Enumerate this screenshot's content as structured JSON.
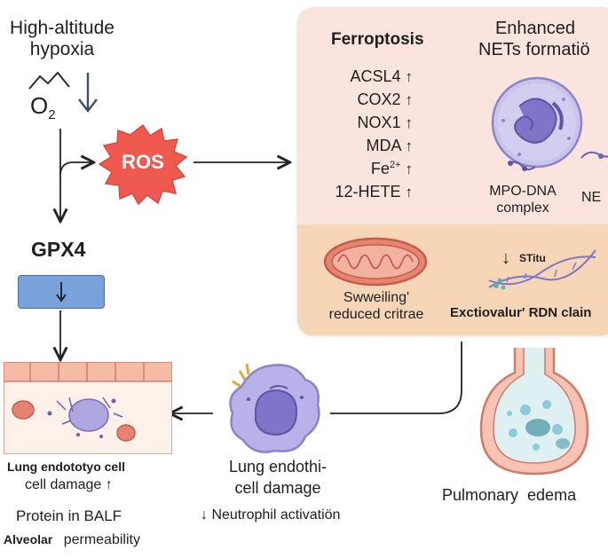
{
  "hypoxia": {
    "title_line1": "High-altitude",
    "title_line2": "hypoxia",
    "o2": "O",
    "o2_sub": "2"
  },
  "ros": {
    "label": "ROS"
  },
  "gpx4": {
    "label": "GPX4"
  },
  "ferroptosis": {
    "title": "Ferroptosis",
    "markers": [
      {
        "name": "ACSL4",
        "arrow": "↑"
      },
      {
        "name": "COX2",
        "arrow": "↑"
      },
      {
        "name": "NOX1",
        "arrow": "↑"
      },
      {
        "name": "MDA",
        "arrow": "↑"
      },
      {
        "name": "Fe",
        "sup": "2+",
        "arrow": "↑"
      },
      {
        "name": "12-HETE",
        "arrow": "↑"
      }
    ],
    "mito_line1": "Swweiling'",
    "mito_line2": "reduced critrae"
  },
  "nets": {
    "title_line1": "Enhanced",
    "title_line2": "NETs formatiö",
    "mpo_line1": "MPO-DNA",
    "mpo_line2": "complex",
    "ne_label": "NE",
    "dna_arrow": "↓",
    "dna_tag": "STitu",
    "dna_caption": "Exctiovalur' RDN clain"
  },
  "edema": {
    "label": "Pulmonary  edema"
  },
  "neutrophil": {
    "line1": "Lung endothi-",
    "line2": "cell damage",
    "activation": "↓ Neutrophil activatiön"
  },
  "lung": {
    "line1": "Lung endototyo cell",
    "line2": "cell damage ↑",
    "line3": "Protein in BALF",
    "line4a": "Alveolar",
    "line4b": "permeability"
  },
  "colors": {
    "panel_top": "#fbe4de",
    "panel_bottom": "#f7d6b7",
    "ros": "#ee5a4f",
    "gpx4_box": "#7aa2da",
    "neutrophil": "#9b93d9"
  }
}
